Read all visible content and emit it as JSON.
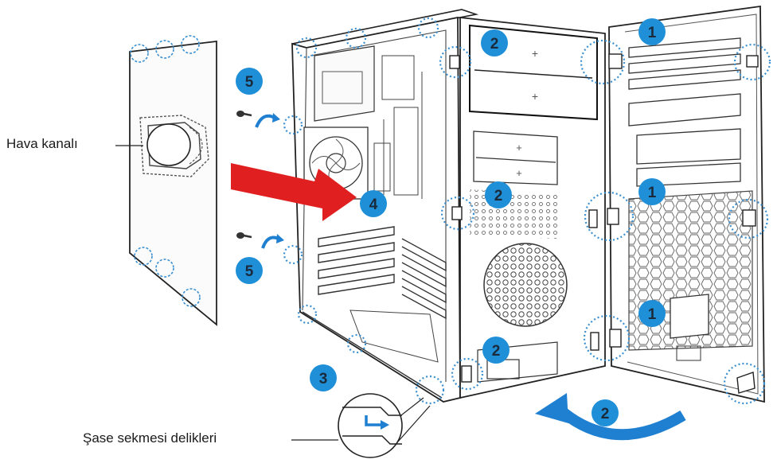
{
  "labels": {
    "air_duct": "Hava kanalı",
    "chassis_tab_holes": "Şase sekmesi delikleri"
  },
  "steps": {
    "step_1": "1",
    "step_2": "2",
    "step_3": "3",
    "step_4": "4",
    "step_5": "5"
  },
  "colors": {
    "badge": "#1f8fd8",
    "callout": "#3a8fd0",
    "arrow_red": "#e02020",
    "arrow_blue": "#1f7fd0",
    "line": "#2a2a2a"
  }
}
